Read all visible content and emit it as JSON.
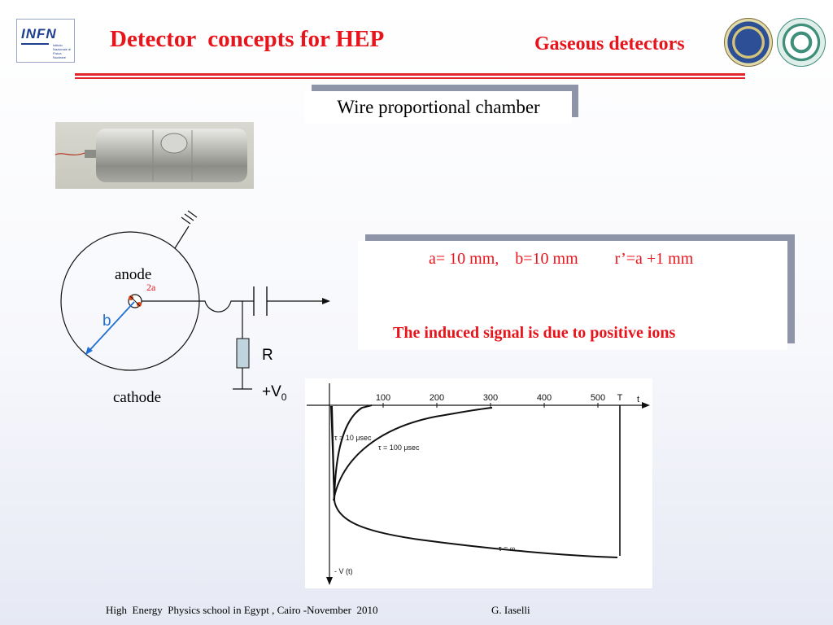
{
  "header": {
    "logo_text": "INFN",
    "logo_subtext": "Istituto Nazionale di Fisica Nucleare",
    "title": "Detector  concepts for HEP",
    "subtitle": "Gaseous detectors"
  },
  "main": {
    "box_label": "Wire proportional chamber",
    "params": "a= 10 mm,    b=10 mm         r’=a +1 mm",
    "signal_note": "The induced signal is due to positive ions"
  },
  "diagram": {
    "anode": "anode",
    "wire_label": "2a",
    "radius_label": "b",
    "resistor": "R",
    "voltage": "+V",
    "voltage_sub": "0",
    "cathode": "cathode"
  },
  "chart_data": {
    "type": "line",
    "xlabel": "t",
    "ylabel": "- V (t)",
    "x_ticks": [
      "100",
      "200",
      "300",
      "400",
      "500"
    ],
    "x_marker": "T",
    "series": [
      {
        "name": "τ = 10 μsec"
      },
      {
        "name": "τ = 100 μsec"
      },
      {
        "name": "τ = ∞"
      }
    ]
  },
  "footer": {
    "event": "High  Energy  Physics school in Egypt , Cairo -November  2010",
    "author": "G. Iaselli"
  },
  "colors": {
    "accent": "#e8141b",
    "diagram_blue": "#1e6fd1",
    "shadow": "#8f95a8"
  }
}
